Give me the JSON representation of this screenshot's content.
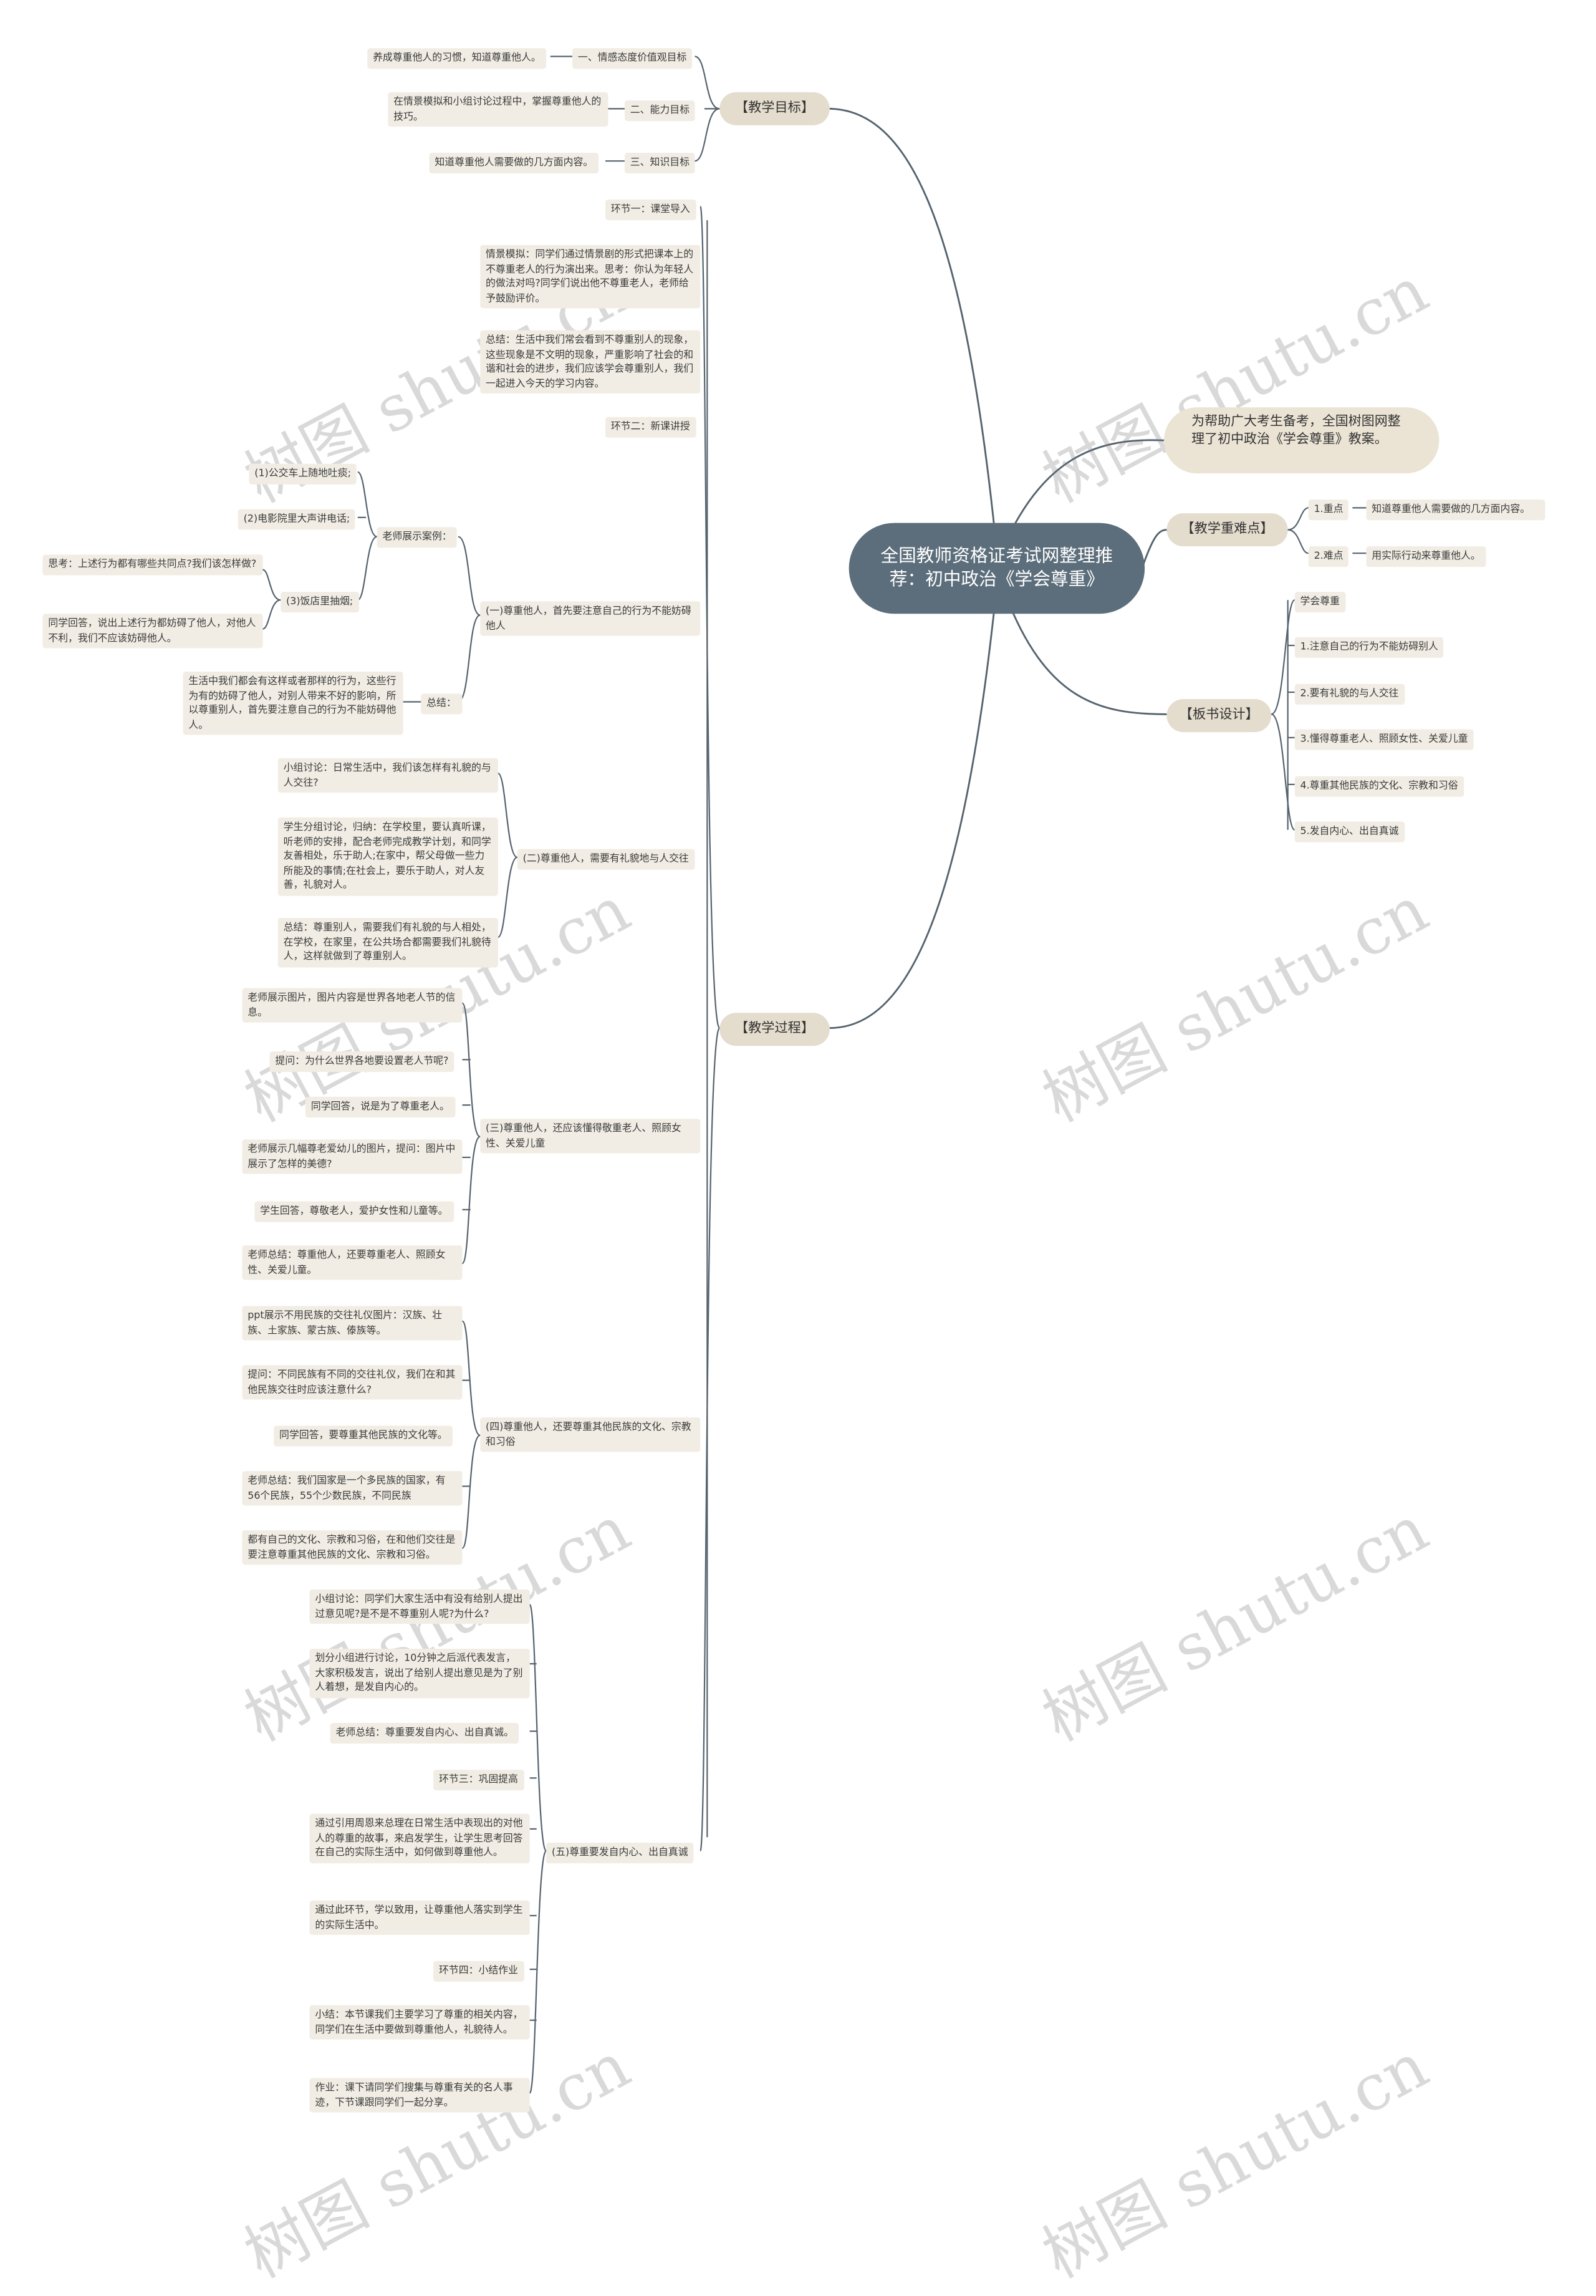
{
  "root": "全国教师资格证考试网整理推荐：初中政治《学会尊重》",
  "intro": "为帮助广大考生备考，全国树图网整理了初中政治《学会尊重》教案。",
  "watermark": "树图 shutu.cn",
  "goals": {
    "label": "【教学目标】",
    "items": [
      {
        "label": "一、情感态度价值观目标",
        "text": "养成尊重他人的习惯，知道尊重他人。"
      },
      {
        "label": "二、能力目标",
        "text": "在情景模拟和小组讨论过程中，掌握尊重他人的技巧。"
      },
      {
        "label": "三、知识目标",
        "text": "知道尊重他人需要做的几方面内容。"
      }
    ]
  },
  "keypoints": {
    "label": "【教学重难点】",
    "items": [
      {
        "label": "1.重点",
        "text": "知道尊重他人需要做的几方面内容。"
      },
      {
        "label": "2.难点",
        "text": "用实际行动来尊重他人。"
      }
    ]
  },
  "board": {
    "label": "【板书设计】",
    "items": [
      "学会尊重",
      "1.注意自己的行为不能妨碍别人",
      "2.要有礼貌的与人交往",
      "3.懂得尊重老人、照顾女性、关爱儿童",
      "4.尊重其他民族的文化、宗教和习俗",
      "5.发自内心、出自真诚"
    ]
  },
  "process": {
    "label": "【教学过程】",
    "step1": "环节一：课堂导入",
    "step1_scene": "情景模拟：同学们通过情景剧的形式把课本上的不尊重老人的行为演出来。思考：你认为年轻人的做法对吗?同学们说出他不尊重老人，老师给予鼓励评价。",
    "step1_summary": "总结：生活中我们常会看到不尊重别人的现象，这些现象是不文明的现象，严重影响了社会的和谐和社会的进步，我们应该学会尊重别人，我们一起进入今天的学习内容。",
    "step2": "环节二：新课讲授",
    "sec1": {
      "label": "(一)尊重他人，首先要注意自己的行为不能妨碍他人",
      "cases_label": "老师展示案例：",
      "case1": "(1)公交车上随地吐痰;",
      "case2": "(2)电影院里大声讲电话;",
      "case3": "(3)饭店里抽烟;",
      "think": "思考：上述行为都有哪些共同点?我们该怎样做?",
      "answer": "同学回答，说出上述行为都妨碍了他人，对他人不利，我们不应该妨碍他人。",
      "summary_label": "总结：",
      "summary": "生活中我们都会有这样或者那样的行为，这些行为有的妨碍了他人，对别人带来不好的影响，所以尊重别人，首先要注意自己的行为不能妨碍他人。"
    },
    "sec2": {
      "label": "(二)尊重他人，需要有礼貌地与人交往",
      "items": [
        "小组讨论：日常生活中，我们该怎样有礼貌的与人交往?",
        "学生分组讨论，归纳：在学校里，要认真听课，听老师的安排，配合老师完成教学计划，和同学友善相处，乐于助人;在家中，帮父母做一些力所能及的事情;在社会上，要乐于助人，对人友善，礼貌对人。",
        "总结：尊重别人，需要我们有礼貌的与人相处，在学校，在家里，在公共场合都需要我们礼貌待人，这样就做到了尊重别人。"
      ]
    },
    "sec3": {
      "label": "(三)尊重他人，还应该懂得敬重老人、照顾女性、关爱儿童",
      "items": [
        "老师展示图片，图片内容是世界各地老人节的信息。",
        "提问：为什么世界各地要设置老人节呢?",
        "同学回答，说是为了尊重老人。",
        "老师展示几幅尊老爱幼儿的图片，提问：图片中展示了怎样的美德?",
        "学生回答，尊敬老人，爱护女性和儿童等。",
        "老师总结：尊重他人，还要尊重老人、照顾女性、关爱儿童。"
      ]
    },
    "sec4": {
      "label": "(四)尊重他人，还要尊重其他民族的文化、宗教和习俗",
      "items": [
        "ppt展示不用民族的交往礼仪图片：汉族、壮族、土家族、蒙古族、傣族等。",
        "提问：不同民族有不同的交往礼仪，我们在和其他民族交往时应该注意什么?",
        "同学回答，要尊重其他民族的文化等。",
        "老师总结：我们国家是一个多民族的国家，有56个民族，55个少数民族，不同民族",
        "都有自己的文化、宗教和习俗，在和他们交往是要注意尊重其他民族的文化、宗教和习俗。"
      ]
    },
    "sec5": {
      "label": "(五)尊重要发自内心、出自真诚",
      "items": [
        "小组讨论：同学们大家生活中有没有给别人提出过意见呢?是不是不尊重别人呢?为什么?",
        "划分小组进行讨论，10分钟之后派代表发言，大家积极发言，说出了给别人提出意见是为了别人着想，是发自内心的。",
        "老师总结：尊重要发自内心、出自真诚。",
        "环节三：巩固提高",
        "通过引用周恩来总理在日常生活中表现出的对他人的尊重的故事，来启发学生，让学生思考回答在自己的实际生活中，如何做到尊重他人。",
        "通过此环节，学以致用，让尊重他人落实到学生的实际生活中。",
        "环节四：小结作业",
        "小结：本节课我们主要学习了尊重的相关内容，同学们在生活中要做到尊重他人，礼貌待人。",
        "作业：课下请同学们搜集与尊重有关的名人事迹，下节课跟同学们一起分享。"
      ]
    }
  },
  "colors": {
    "root": "#5c6e7b",
    "branch": "#e4dccd",
    "leaf": "#f1ede4",
    "line": "#55636e"
  }
}
